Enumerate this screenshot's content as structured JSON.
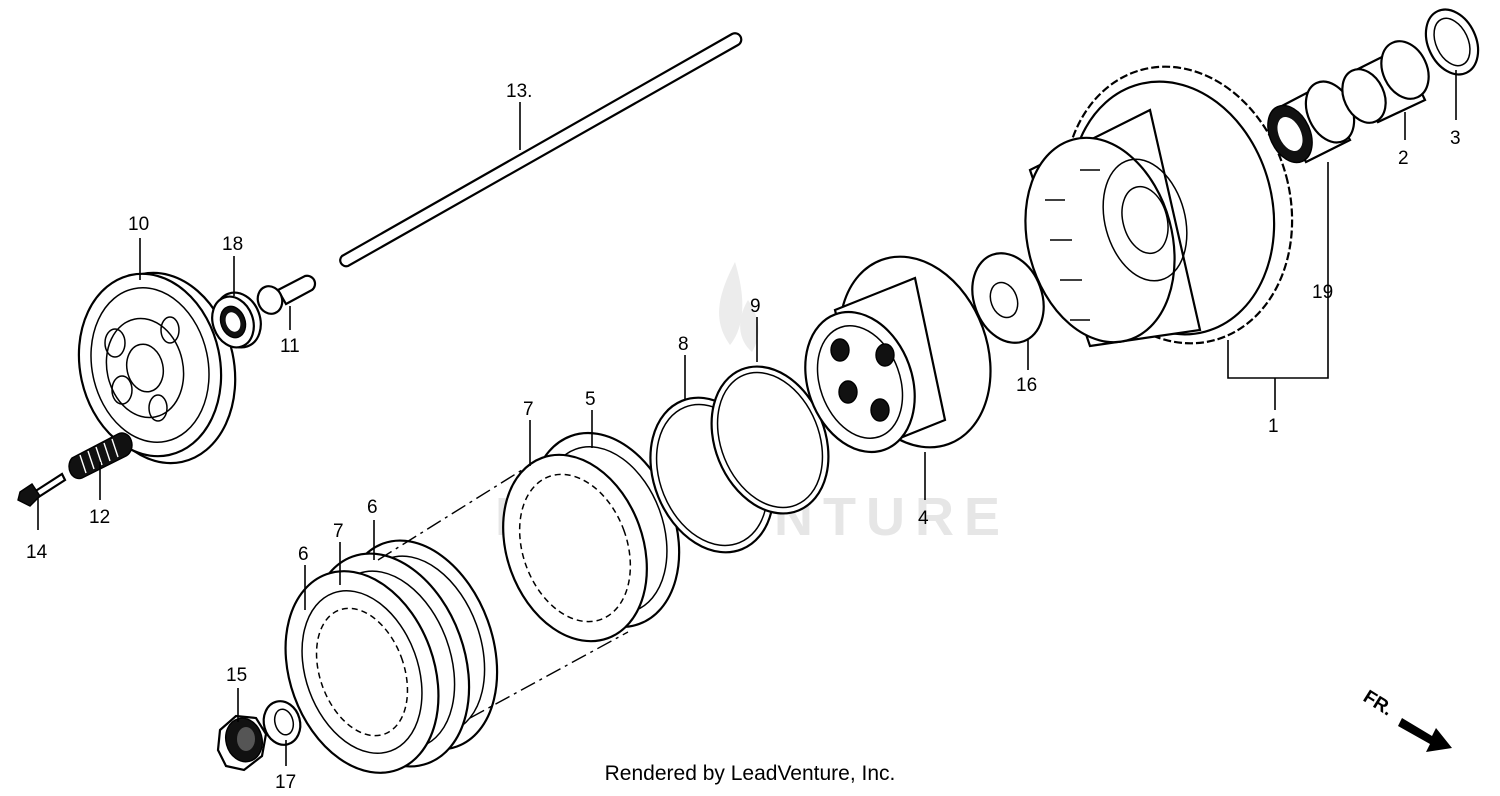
{
  "watermark": "LEADVENTURE",
  "footer": "Rendered by LeadVenture, Inc.",
  "direction_label": "FR.",
  "callouts": [
    {
      "id": "c1",
      "text": "1"
    },
    {
      "id": "c2",
      "text": "2"
    },
    {
      "id": "c3",
      "text": "3"
    },
    {
      "id": "c4",
      "text": "4"
    },
    {
      "id": "c5",
      "text": "5"
    },
    {
      "id": "c6a",
      "text": "6"
    },
    {
      "id": "c6b",
      "text": "6"
    },
    {
      "id": "c7a",
      "text": "7"
    },
    {
      "id": "c7b",
      "text": "7"
    },
    {
      "id": "c8",
      "text": "8"
    },
    {
      "id": "c9",
      "text": "9"
    },
    {
      "id": "c10",
      "text": "10"
    },
    {
      "id": "c11",
      "text": "11"
    },
    {
      "id": "c12",
      "text": "12"
    },
    {
      "id": "c13",
      "text": "13."
    },
    {
      "id": "c14",
      "text": "14"
    },
    {
      "id": "c15",
      "text": "15"
    },
    {
      "id": "c16",
      "text": "16"
    },
    {
      "id": "c17",
      "text": "17"
    },
    {
      "id": "c18",
      "text": "18"
    },
    {
      "id": "c19",
      "text": "19"
    }
  ]
}
